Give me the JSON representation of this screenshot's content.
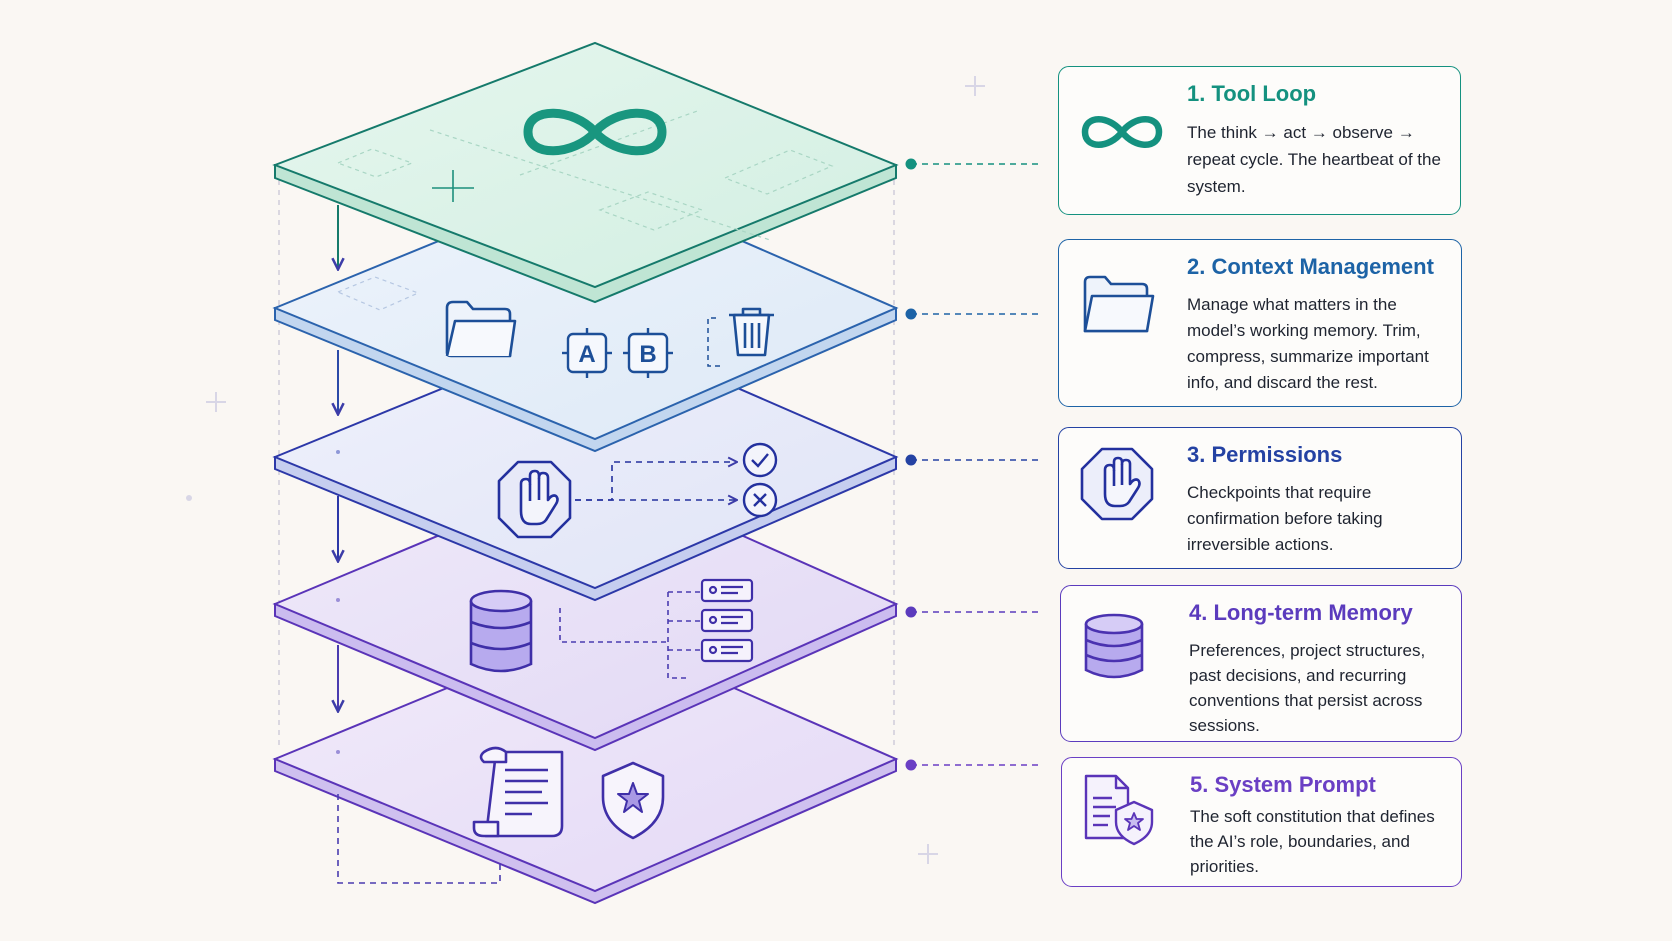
{
  "colors": {
    "tool_loop": "#14917f",
    "context_management": "#1d63a6",
    "permissions": "#2442a3",
    "long_term_memory": "#5b3bbd",
    "system_prompt": "#6a3fc4"
  },
  "layers": [
    {
      "number": "1.",
      "title": "Tool Loop",
      "icon": "infinity-icon"
    },
    {
      "number": "2.",
      "title": "Context Management",
      "icon": "folder-icon"
    },
    {
      "number": "3.",
      "title": "Permissions",
      "icon": "stop-hand-icon"
    },
    {
      "number": "4.",
      "title": "Long-term Memory",
      "icon": "database-icon"
    },
    {
      "number": "5.",
      "title": "System Prompt",
      "icon": "document-shield-icon"
    }
  ],
  "cards": [
    {
      "title": "1. Tool Loop",
      "description": "The think → act → observe → repeat cycle. The heartbeat of the system."
    },
    {
      "title": "2. Context Management",
      "description": "Manage what matters in the model’s working memory. Trim, compress, summarize important info, and discard the rest."
    },
    {
      "title": "3. Permissions",
      "description": "Checkpoints that require confirmation before taking irreversible actions."
    },
    {
      "title": "4. Long-term Memory",
      "description": "Preferences, project structures, past decisions, and recurring conventions that persist across sessions."
    },
    {
      "title": "5. System Prompt",
      "description": "The soft constitution that defines the AI’s role, boundaries, and priorities."
    }
  ],
  "glyphs": {
    "slot_a": "A",
    "slot_b": "B"
  }
}
